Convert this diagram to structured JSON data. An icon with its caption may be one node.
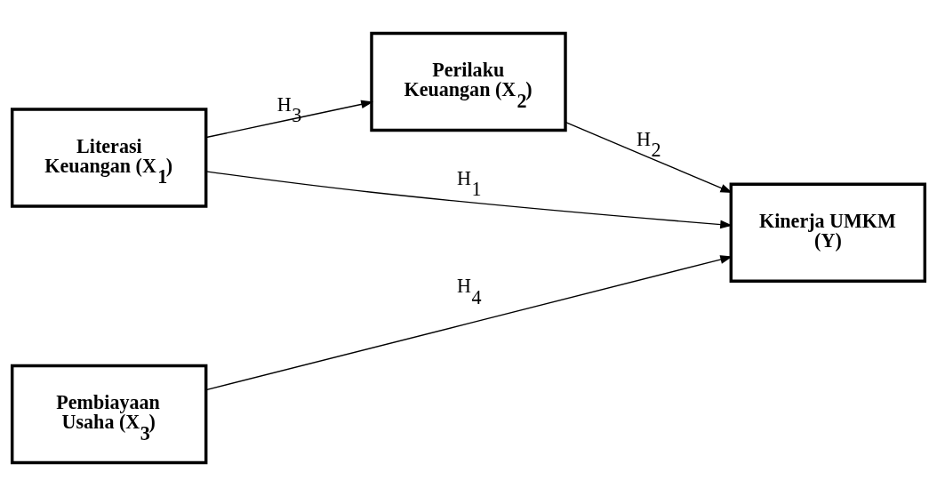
{
  "diagram": {
    "nodes": [
      {
        "text": [
          "Literasi Keuangan (X$_{1}$)"
        ]
      },
      {
        "text": [
          "Perilaku Keuangan (X$_{2}$)"
        ]
      },
      {
        "text": [
          "Kinerja UMKM (Y)"
        ]
      },
      {
        "text": [
          "Pembiayaan Usaha (X$_{3}$)"
        ]
      }
    ],
    "edges": [
      {
        "from": 0,
        "to": 2,
        "arrow": "to",
        "label": "H$_{1}$"
      },
      {
        "from": 1,
        "to": 2,
        "arrow": "to",
        "label": "H$_{2}$"
      },
      {
        "from": 0,
        "to": 1,
        "arrow": "to",
        "label": "H$_{3}$"
      },
      {
        "from": 3,
        "to": 2,
        "arrow": "to",
        "label": "H$_{4}$"
      }
    ]
  }
}
